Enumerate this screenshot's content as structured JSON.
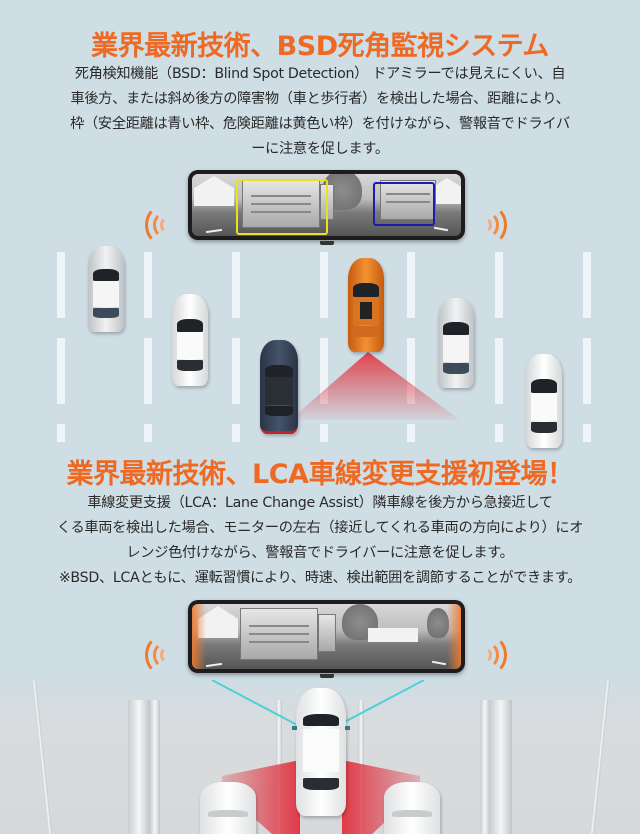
{
  "section1": {
    "title": "業界最新技術、BSD死角監視システム",
    "body_lines": [
      "死角検知機能（BSD：Blind Spot Detection） ドアミラーでは見えにくい、自",
      "車後方、または斜め後方の障害物（車と歩行者）を検出した場合、距離により、",
      "枠（安全距離は青い枠、危険距離は黄色い枠）を付けながら、警報音でドライバ",
      "ーに注意を促します。"
    ],
    "mirror": {
      "bbox_danger_color": "#e8e020",
      "bbox_safe_color": "#1c1cb0"
    },
    "alert_icon": "sound-wave-icon"
  },
  "section2": {
    "title": "業界最新技術、LCA車線変更支援初登場！",
    "body_lines": [
      "車線変更支援（LCA：Lane Change Assist）隣車線を後方から急接近して",
      "くる車両を検出した場合、モニターの左右（接近してくれる車両の方向により）にオ",
      "レンジ色付けながら、警報音でドライバーに注意を促します。",
      "※BSD、LCAともに、運転習慣により、時速、検出範囲を調節することができます。"
    ],
    "mirror": {
      "edge_alert_color": "#f07a2c"
    },
    "alert_icon": "sound-wave-icon"
  },
  "colors": {
    "accent": "#ee6a24",
    "background": "#cfdde4",
    "detection_zone": "#e0323f",
    "sight_line": "#4fd0d8"
  }
}
